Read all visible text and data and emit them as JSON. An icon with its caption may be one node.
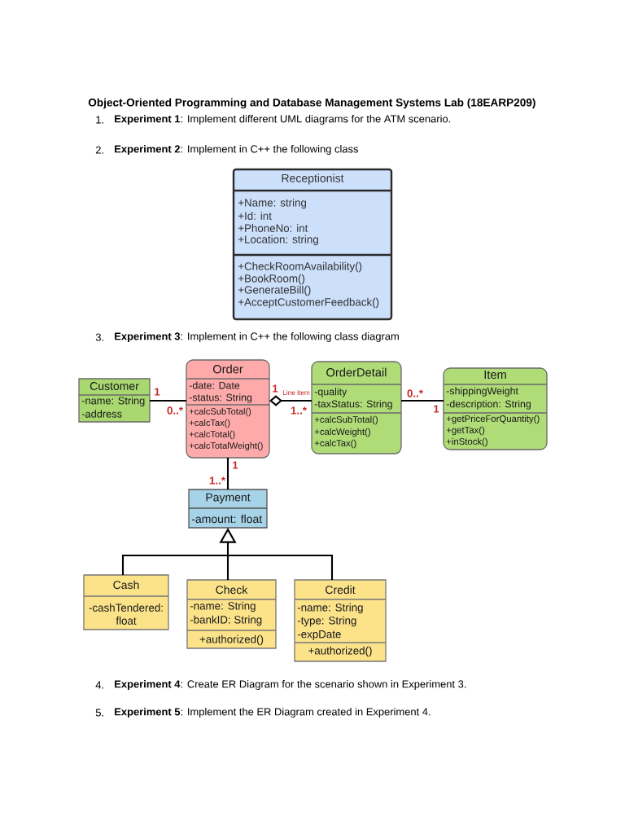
{
  "diagram": {
    "title": "Object-Oriented Programming and Database Management Systems Lab (18EARP209)",
    "nodes": [
      {
        "text": [
          "Receptionist",
          "+Name: string",
          "+Id: int",
          "+PhoneNo: int",
          "+Location: string",
          "+CheckRoomAvailability()",
          "+BookRoom()",
          "+GenerateBill()",
          "+AcceptCustomerFeedback()"
        ]
      },
      {
        "text": [
          "Customer",
          "-name: String",
          "-address"
        ]
      },
      {
        "text": [
          "Order",
          "-date: Date",
          "-status: String",
          "+calcSubTotal()",
          "+calcTax()",
          "+calcTotal()",
          "+calcTotalWeight()"
        ]
      },
      {
        "text": [
          "OrderDetail",
          "-quality",
          "-taxStatus: String",
          "+calcSubTotal()",
          "+calcWeight()",
          "+calcTax()"
        ]
      },
      {
        "text": [
          "Item",
          "-shippingWeight",
          "-description: String",
          "+getPriceForQuantity()",
          "+getTax()",
          "+inStock()"
        ]
      },
      {
        "text": [
          "Payment",
          "-amount: float"
        ]
      },
      {
        "text": [
          "Cash",
          "-cashTendered: float"
        ]
      },
      {
        "text": [
          "Check",
          "-name: String",
          "-bankID: String",
          "+authorized()"
        ]
      },
      {
        "text": [
          "Credit",
          "-name: String",
          "-type: String",
          "-expDate",
          "+authorized()"
        ]
      }
    ],
    "edges": [
      {
        "from": 1,
        "to": 2,
        "arrow": "none"
      },
      {
        "from": 3,
        "to": 2,
        "arrow": "other",
        "label": "Line item"
      },
      {
        "from": 3,
        "to": 4,
        "arrow": "none"
      },
      {
        "from": 2,
        "to": 5,
        "arrow": "none"
      },
      {
        "from": 6,
        "to": 5,
        "arrow": "to"
      },
      {
        "from": 7,
        "to": 5,
        "arrow": "to"
      },
      {
        "from": 8,
        "to": 5,
        "arrow": "to"
      }
    ],
    "labels": [
      "1.",
      "**Experiment 1**: Implement different UML diagrams for the ATM scenario.",
      "2.",
      "**Experiment 2**: Implement in C++ the following class",
      "3.",
      "**Experiment 3**: Implement in C++ the following class diagram",
      "1",
      "1",
      "0..*",
      "0..*",
      "1..*",
      "1",
      "1",
      "1..*",
      "4.",
      "**Experiment 4**: Create ER Diagram for the scenario shown in Experiment 3.",
      "5.",
      "**Experiment 5**: Implement the ER Diagram created in Experiment 4."
    ]
  }
}
